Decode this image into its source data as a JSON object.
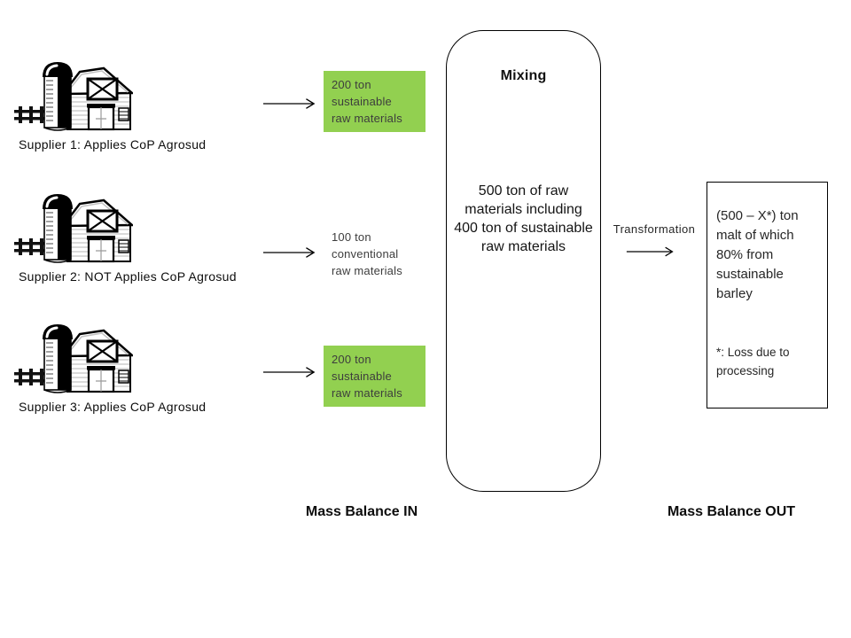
{
  "diagram": {
    "suppliers": [
      {
        "label": "Supplier 1: Applies CoP Agrosud",
        "flow_text": "200 ton\nsustainable\nraw materials",
        "sustainable": true
      },
      {
        "label": "Supplier 2: NOT Applies CoP Agrosud",
        "flow_text": "100 ton\nconventional\nraw materials",
        "sustainable": false
      },
      {
        "label": "Supplier 3: Applies CoP Agrosud",
        "flow_text": "200 ton\nsustainable\nraw materials",
        "sustainable": true
      }
    ],
    "mixing": {
      "title": "Mixing",
      "body": "500 ton of raw materials including 400 ton of sustainable raw materials"
    },
    "transformation_label": "Transformation",
    "output": {
      "main": "(500 – X*) ton malt of which 80% from sustainable barley",
      "footnote": "*: Loss due to processing"
    },
    "footer": {
      "in_label": "Mass Balance IN",
      "out_label": "Mass Balance OUT"
    },
    "colors": {
      "sustainable_green": "#92d050",
      "ink": "#000000"
    },
    "icons": {
      "farm": "farm-icon",
      "arrow": "right-arrow-icon"
    }
  }
}
